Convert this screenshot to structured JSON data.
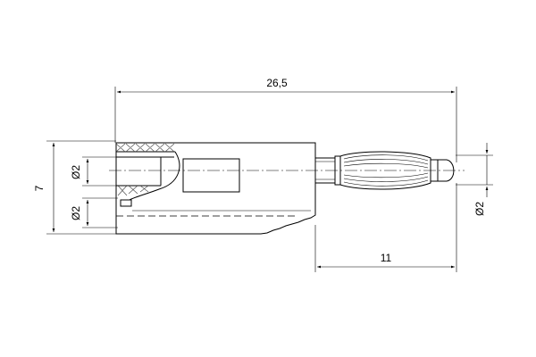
{
  "dimensions": {
    "overall_length": "26,5",
    "tip_length": "11",
    "height": "7",
    "bore_upper": "Ø2",
    "bore_lower": "Ø2",
    "pin_diameter": "Ø2"
  }
}
